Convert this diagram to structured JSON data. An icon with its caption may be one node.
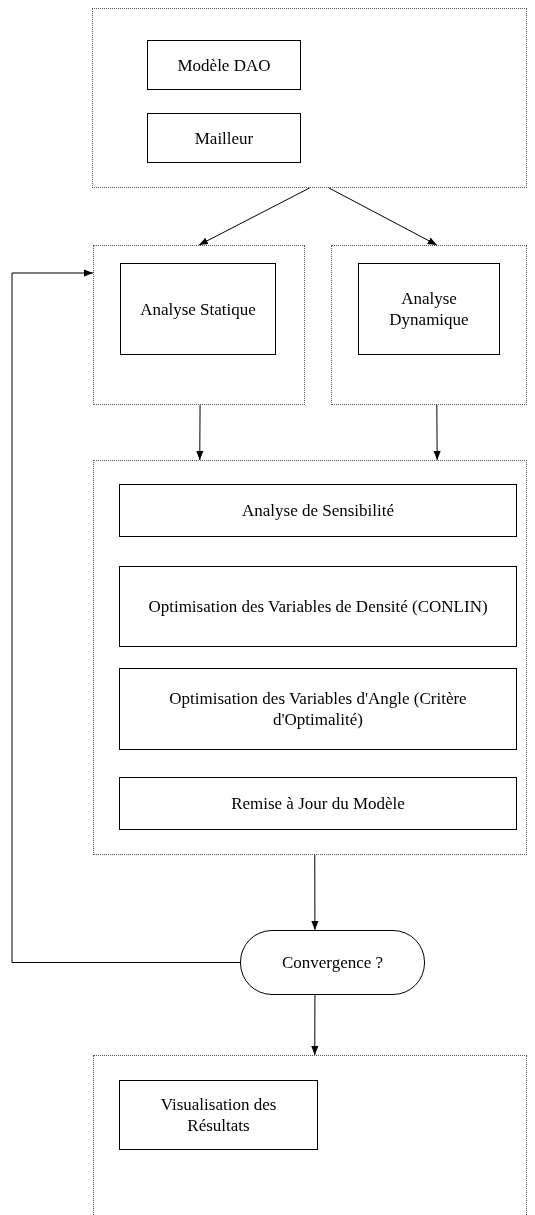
{
  "diagram": {
    "nodes": [
      {
        "text": [],
        "shape": "box"
      },
      {
        "text": [
          "Modèle DAO"
        ],
        "in": 0
      },
      {
        "text": [
          "Mailleur"
        ],
        "in": 0
      },
      {
        "text": [],
        "shape": "box"
      },
      {
        "text": [
          "Analyse Statique"
        ],
        "in": 3
      },
      {
        "text": [],
        "shape": "box"
      },
      {
        "text": [
          "Analyse Dynamique"
        ],
        "in": 5
      },
      {
        "text": [],
        "shape": "box"
      },
      {
        "text": [
          "Analyse de Sensibilité"
        ],
        "in": 7
      },
      {
        "text": [
          "Optimisation des Variables de Densité (CONLIN)"
        ],
        "in": 7
      },
      {
        "text": [
          "Optimisation des Variables d'Angle (Critère d'Optimalité)"
        ],
        "in": 7
      },
      {
        "text": [
          "Remise à Jour du Modèle"
        ],
        "in": 7
      },
      {
        "text": [
          "Convergence ?"
        ]
      },
      {
        "text": [],
        "shape": "box"
      },
      {
        "text": [
          "Visualisation des Résultats"
        ],
        "in": 13
      }
    ],
    "edges": [
      {
        "from": 0,
        "to": 3,
        "arrow": "to"
      },
      {
        "from": 0,
        "to": 5,
        "arrow": "to"
      },
      {
        "from": 3,
        "to": 7,
        "arrow": "to"
      },
      {
        "from": 5,
        "to": 7,
        "arrow": "to"
      },
      {
        "from": 7,
        "to": 12,
        "arrow": "to"
      },
      {
        "from": 12,
        "to": 3,
        "arrow": "to"
      },
      {
        "from": 12,
        "to": 13,
        "arrow": "to"
      }
    ]
  }
}
